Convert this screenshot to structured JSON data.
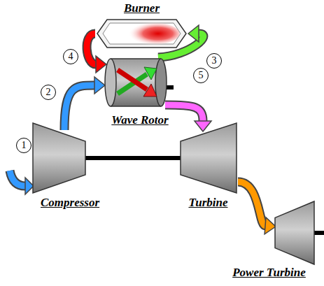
{
  "diagram": {
    "nodes": [
      {
        "text": [
          "Burner"
        ]
      },
      {
        "text": [
          "Wave Rotor"
        ]
      },
      {
        "text": [
          "Compressor"
        ]
      },
      {
        "text": [
          "Turbine"
        ]
      },
      {
        "text": [
          "Power Turbine"
        ]
      }
    ],
    "edges": [
      {
        "from": 2,
        "to": 1,
        "arrow": "to"
      },
      {
        "from": 1,
        "to": 0,
        "arrow": "to"
      },
      {
        "from": 0,
        "to": 1,
        "arrow": "to"
      },
      {
        "from": 1,
        "to": 3,
        "arrow": "to"
      },
      {
        "from": 2,
        "to": 3,
        "arrow": "none"
      },
      {
        "from": 3,
        "to": 4,
        "arrow": "to"
      }
    ],
    "labels": [
      "1",
      "2",
      "3",
      "4",
      "5"
    ]
  }
}
